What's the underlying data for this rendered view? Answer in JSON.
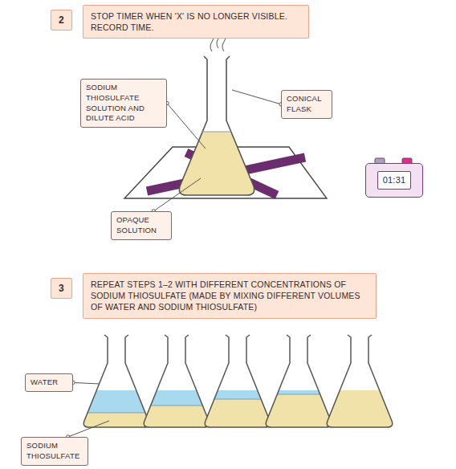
{
  "diagram": {
    "nodes": [
      {
        "text": [
          "2"
        ]
      },
      {
        "text": [
          "STOP TIMER WHEN 'X' IS NO LONGER VISIBLE. RECORD TIME."
        ]
      },
      {
        "text": [
          "SODIUM THIOSULFATE SOLUTION AND DILUTE ACID"
        ]
      },
      {
        "text": [
          "CONICAL FLASK"
        ]
      },
      {
        "text": [
          "OPAQUE SOLUTION"
        ]
      },
      {
        "text": [
          "01:31"
        ]
      },
      {
        "text": [
          "3"
        ]
      },
      {
        "text": [
          "REPEAT STEPS 1–2 WITH DIFFERENT CONCENTRATIONS OF SODIUM THIOSULFATE (MADE BY MIXING DIFFERENT VOLUMES OF WATER AND SODIUM THIOSULFATE)"
        ]
      },
      {
        "text": [
          "WATER"
        ]
      },
      {
        "text": [
          "SODIUM THIOSULFATE"
        ]
      }
    ]
  }
}
